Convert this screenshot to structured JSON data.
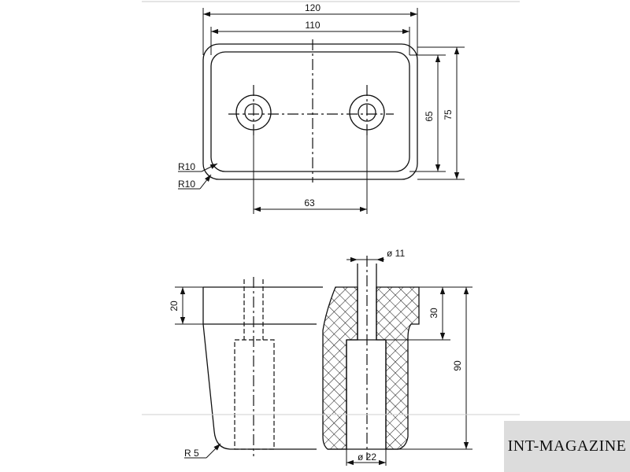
{
  "top_view": {
    "dims": {
      "overall_width": "120",
      "inner_width": "110",
      "hole_spacing": "63",
      "inner_height": "65",
      "overall_height": "75",
      "outer_radius": "R10",
      "inner_radius": "R10"
    }
  },
  "side_view": {
    "dims": {
      "flange_height": "20",
      "insert_depth": "30",
      "total_height": "90",
      "hole_diameter": "ø 11",
      "bore_diameter": "ø 22",
      "bottom_radius": "R 5"
    }
  },
  "watermark": {
    "text": "INT-MAGAZINE"
  },
  "colors": {
    "line": "#111111",
    "background": "#ffffff",
    "watermark_bg": "#dcdcdc"
  }
}
